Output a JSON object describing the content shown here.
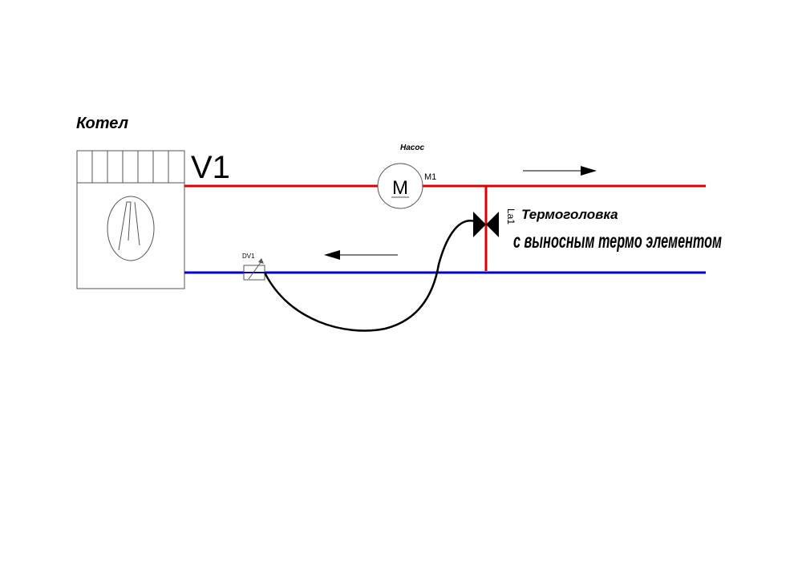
{
  "labels": {
    "boiler": "Котел",
    "boiler_tag": "V1",
    "pump_caption": "Насос",
    "pump_tag": "M1",
    "pump_symbol": "M",
    "valve_tag": "La1",
    "sensor_tag": "DV1",
    "thermo_line1": "Термоголовка",
    "thermo_line2": "с выносным термо элементом"
  },
  "colors": {
    "supply_line": "#e00000",
    "return_line": "#0000cc",
    "symbols": "#000000",
    "outline": "#555555"
  },
  "icons": {
    "flow_forward": "arrow-right-icon",
    "flow_return": "arrow-left-icon",
    "valve": "two-way-valve-icon",
    "pump": "motor-icon"
  }
}
